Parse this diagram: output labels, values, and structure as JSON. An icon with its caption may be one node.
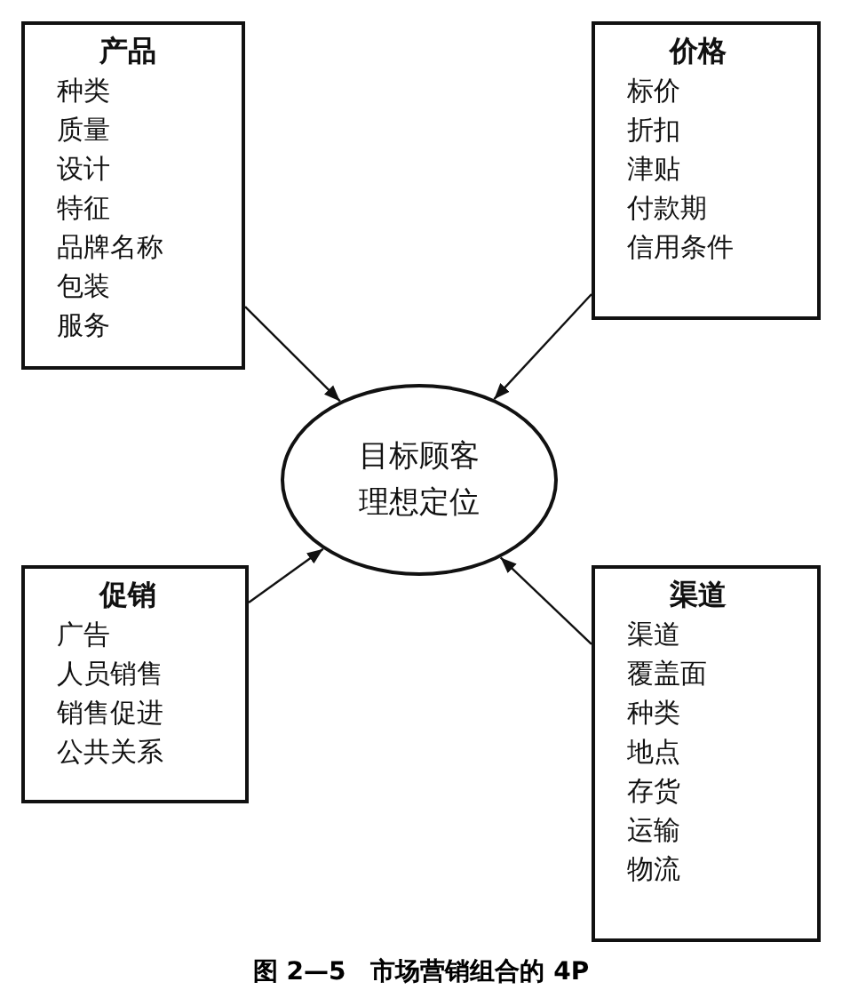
{
  "diagram": {
    "caption": "图 2—5　市场营销组合的 4P",
    "nodes": [
      {
        "text": [
          "产品",
          "种类",
          "质量",
          "设计",
          "特征",
          "品牌名称",
          "包装",
          "服务"
        ]
      },
      {
        "text": [
          "价格",
          "标价",
          "折扣",
          "津贴",
          "付款期",
          "信用条件"
        ]
      },
      {
        "text": [
          "目标顾客理想定位"
        ]
      },
      {
        "text": [
          "促销",
          "广告",
          "人员销售",
          "销售促进",
          "公共关系"
        ]
      },
      {
        "text": [
          "渠道",
          "渠道",
          "覆盖面",
          "种类",
          "地点",
          "存货",
          "运输",
          "物流"
        ]
      }
    ],
    "edges": [
      {
        "from": 0,
        "to": 2,
        "arrow": "to"
      },
      {
        "from": 1,
        "to": 2,
        "arrow": "to"
      },
      {
        "from": 3,
        "to": 2,
        "arrow": "to"
      },
      {
        "from": 4,
        "to": 2,
        "arrow": "to"
      }
    ]
  }
}
